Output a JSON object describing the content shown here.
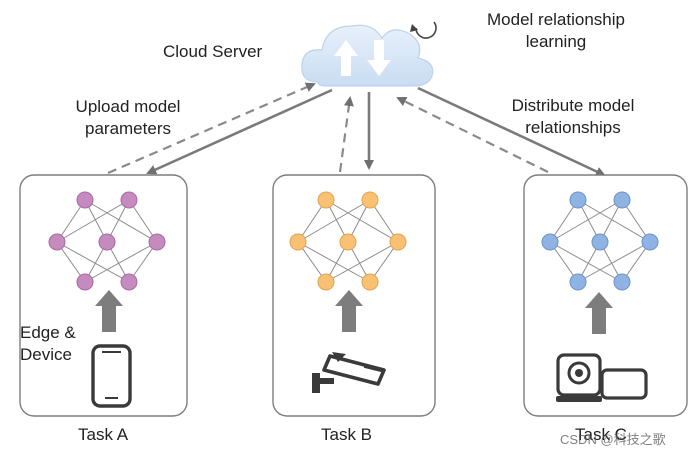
{
  "cloud": {
    "label": "Cloud Server"
  },
  "learning": {
    "label_line1": "Model relationship",
    "label_line2": "learning"
  },
  "upload": {
    "label_line1": "Upload model",
    "label_line2": "parameters"
  },
  "distribute": {
    "label_line1": "Distribute model",
    "label_line2": "relationships"
  },
  "edge": {
    "label_line1": "Edge &",
    "label_line2": "Device"
  },
  "tasks": [
    {
      "label": "Task A",
      "node_color": "#c58bbf",
      "node_stroke": "#a96aa3"
    },
    {
      "label": "Task B",
      "node_color": "#f8c174",
      "node_stroke": "#e3a24d"
    },
    {
      "label": "Task C",
      "node_color": "#8fb3e3",
      "node_stroke": "#6c93c9"
    }
  ],
  "watermark": {
    "text": "CSDN @科技之歌"
  }
}
